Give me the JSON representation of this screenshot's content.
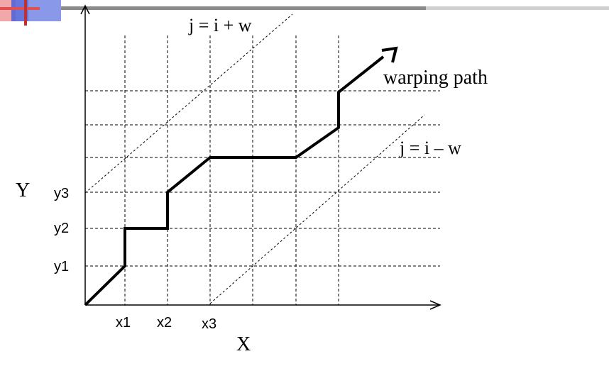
{
  "labels": {
    "band_upper": "j = i + w",
    "band_lower": "j = i – w",
    "warping_path": "warping path",
    "y_axis": "Y",
    "x_axis": "X",
    "x_ticks": [
      "x1",
      "x2",
      "x3"
    ],
    "y_ticks": [
      "y1",
      "y2",
      "y3"
    ]
  },
  "colors": {
    "line": "#000000",
    "logo_red": "#e05050",
    "logo_blue": "#4a5fd8"
  }
}
